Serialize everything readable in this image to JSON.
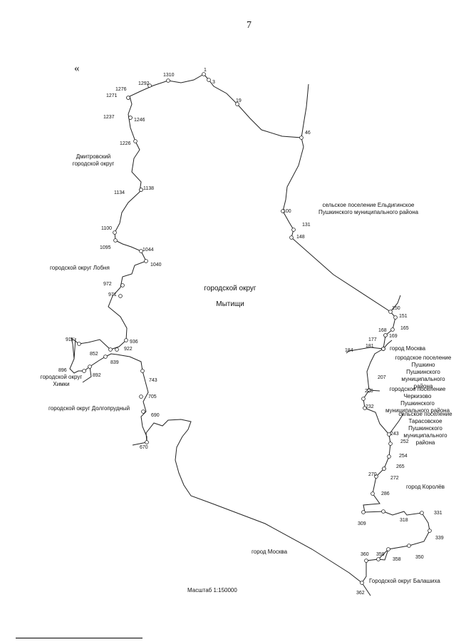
{
  "page": {
    "number": "7",
    "corner_mark": "«"
  },
  "scale": "Масштаб 1:150000",
  "regions": {
    "center": [
      "городской округ",
      "Мытищи"
    ],
    "dmitrovsky": [
      "Дмитровский",
      "городской округ"
    ],
    "lobnya": [
      "городской округ Лобня"
    ],
    "khimki": [
      "городской округ",
      "Химки"
    ],
    "dolgoprudny": [
      "городской округ Долгопрудный"
    ],
    "moscow_south": [
      "город Москва"
    ],
    "moscow_east": [
      "город Москва"
    ],
    "eldiginskoe": [
      "сельское поселение Ельдигинское",
      "Пушкинского муниципального района"
    ],
    "pushkino": [
      "городское поселение",
      "Пушкино",
      "Пушкинского",
      "муниципального",
      "района"
    ],
    "cherkizovo": [
      "городское поселение",
      "Черкизово",
      "Пушкинского",
      "муниципального района"
    ],
    "tarasovskoe": [
      "сельское поселение",
      "Тарасовское",
      "Пушкинского",
      "муниципального",
      "района"
    ],
    "korolev": [
      "город Королёв"
    ],
    "balashikha": [
      "Городской округ Балашиха"
    ]
  },
  "points": [
    "1",
    "3",
    "19",
    "46",
    "100",
    "131",
    "148",
    "150",
    "151",
    "165",
    "168",
    "169",
    "177",
    "181",
    "184",
    "207",
    "220",
    "232",
    "243",
    "252",
    "254",
    "265",
    "270",
    "272",
    "286",
    "309",
    "318",
    "331",
    "339",
    "350",
    "358",
    "359",
    "360",
    "362",
    "670",
    "690",
    "705",
    "743",
    "839",
    "852",
    "892",
    "896",
    "911'",
    "922",
    "936",
    "971",
    "972",
    "1040",
    "1044",
    "1095",
    "1100",
    "1134",
    "1138",
    "1226",
    "1237",
    "1246",
    "1271",
    "1276",
    "1292",
    "1310"
  ]
}
